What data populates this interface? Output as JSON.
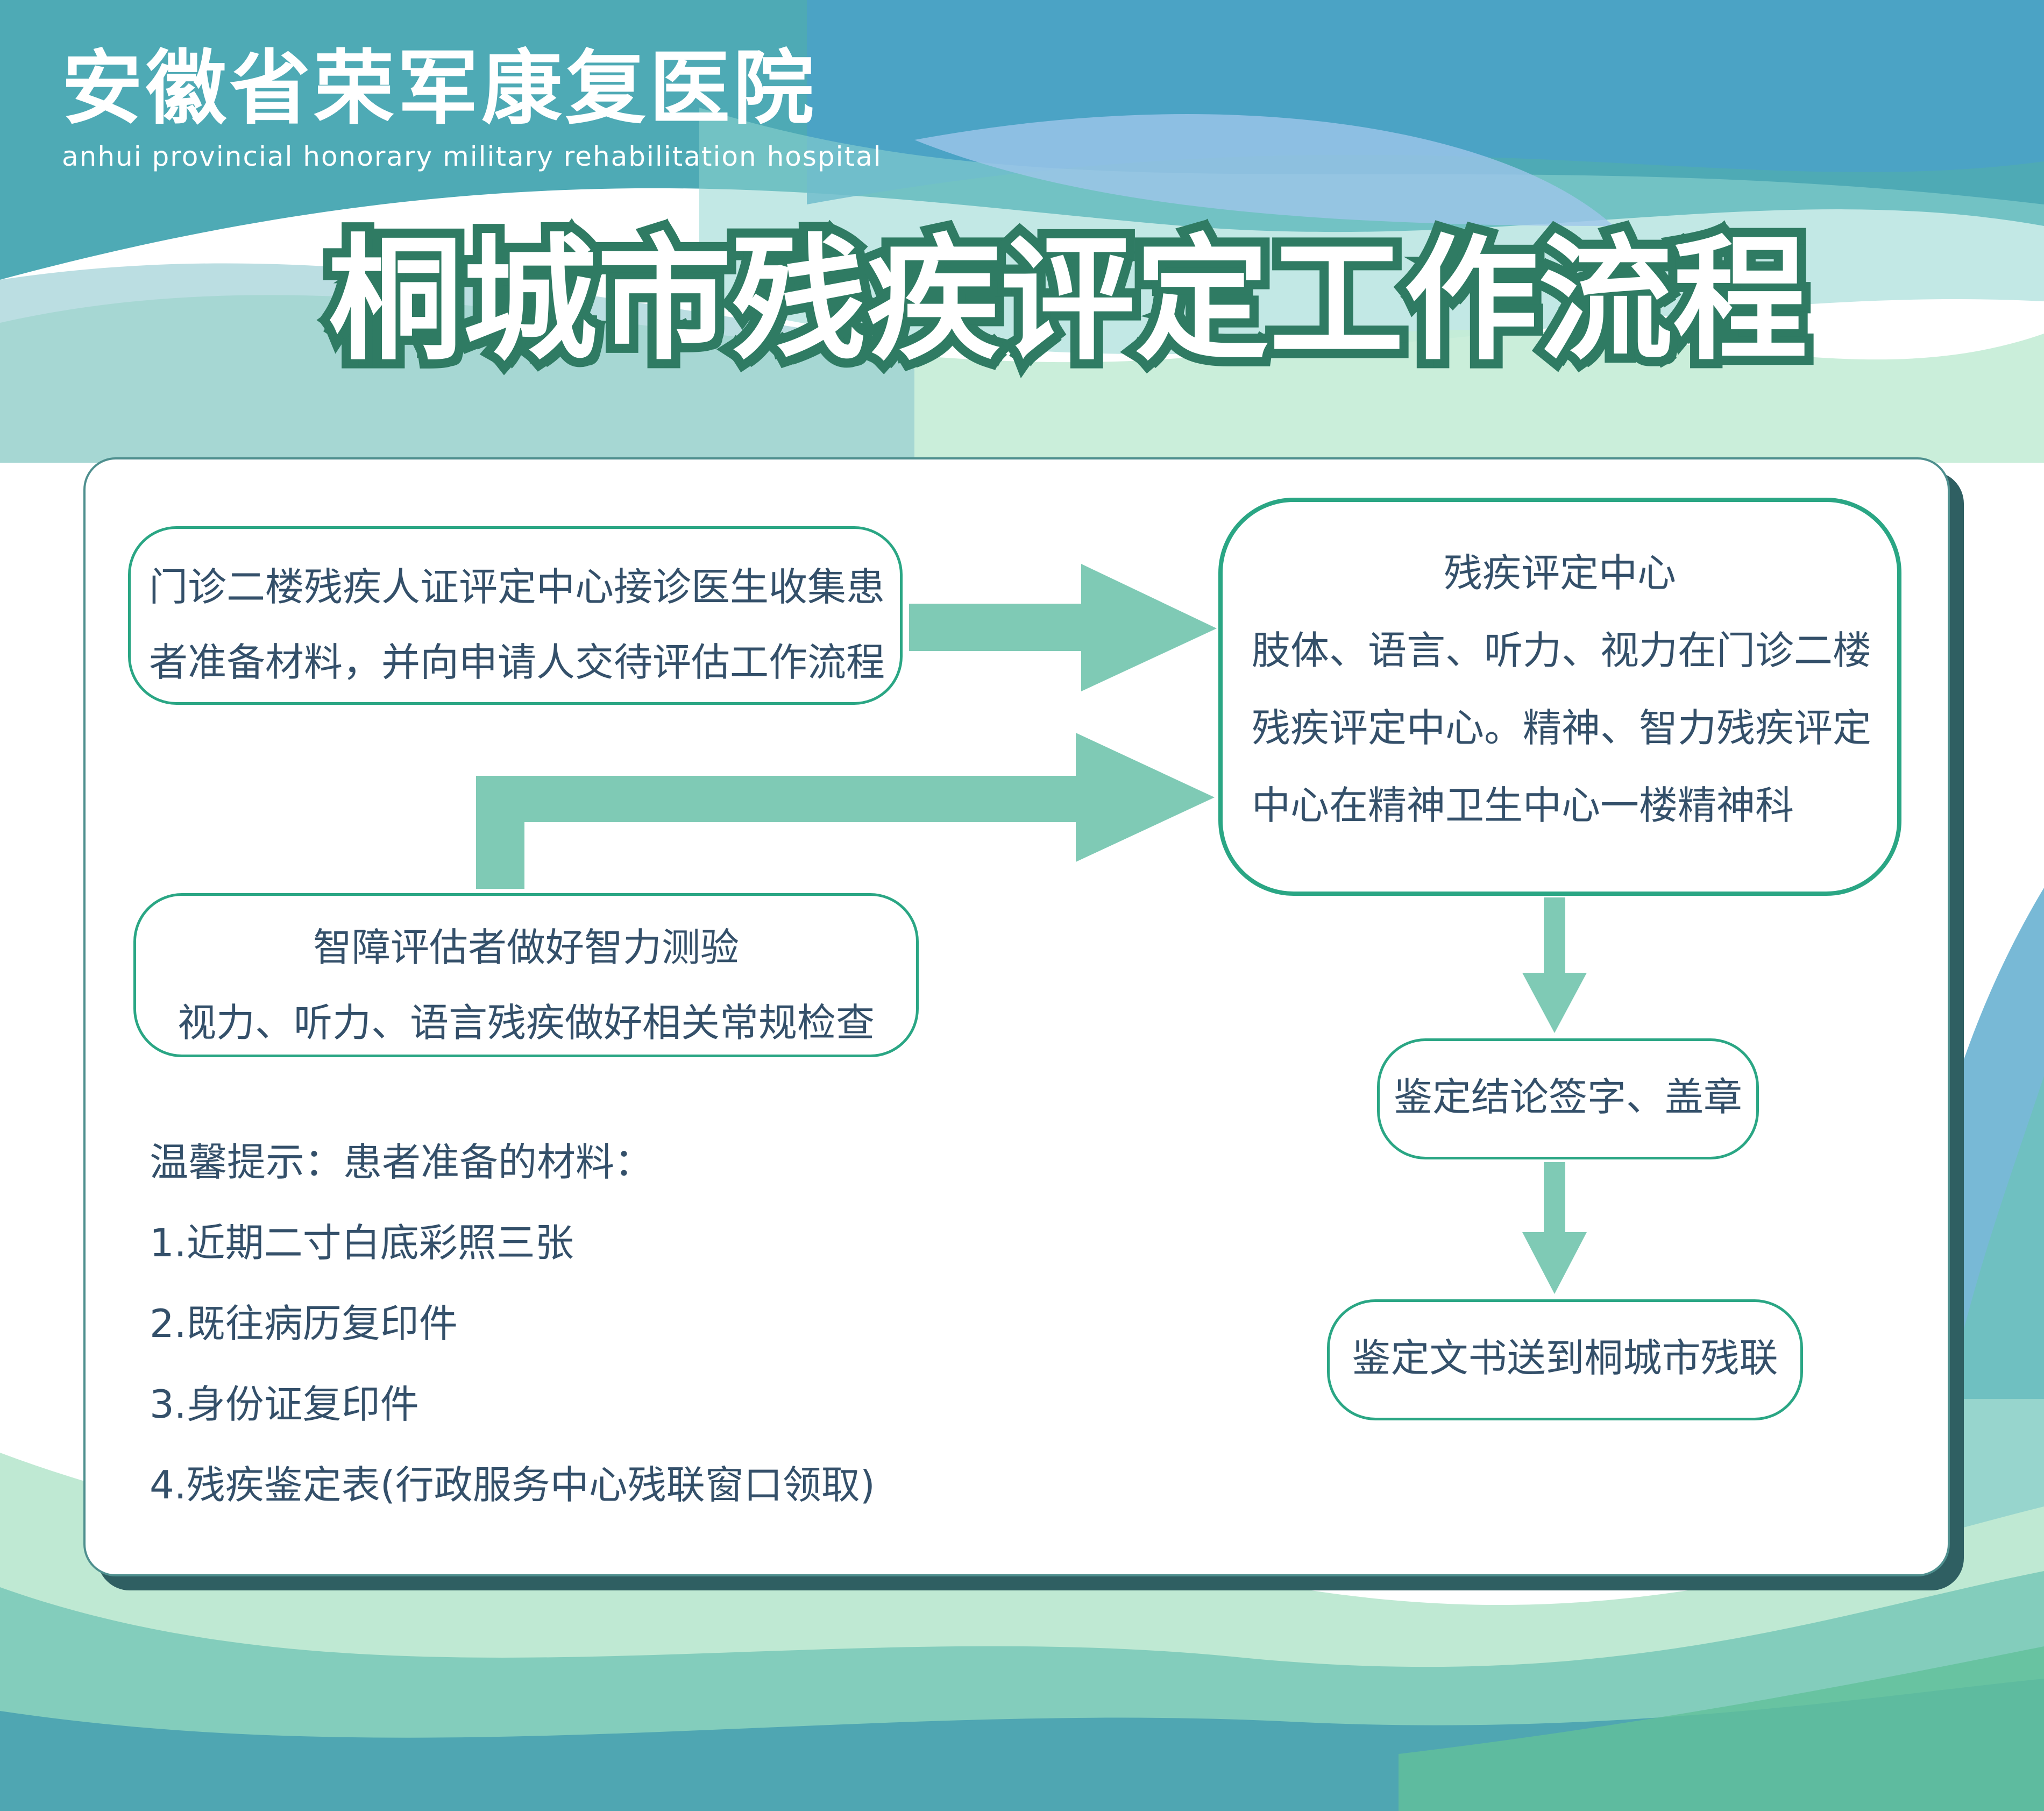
{
  "header": {
    "hospital_name": "安徽省荣军康复医院",
    "hospital_name_en": "anhui provincial honorary military rehabilitation hospital",
    "title": "桐城市残疾评定工作流程"
  },
  "flow": {
    "step1": {
      "lines": [
        "门诊二楼残疾人证评定中心接诊医生收集患",
        "者准备材料，并向申请人交待评估工作流程"
      ]
    },
    "step_tests": {
      "lines": [
        "智障评估者做好智力测验",
        "视力、听力、语言残疾做好相关常规检查"
      ]
    },
    "step_center": {
      "title": "残疾评定中心",
      "lines": [
        "肢体、语言、听力、视力在门诊二楼",
        "残疾评定中心。精神、智力残疾评定",
        "中心在精神卫生中心一楼精神科"
      ]
    },
    "step_sign": {
      "label": "鉴定结论签字、盖章"
    },
    "step_send": {
      "label": "鉴定文书送到桐城市残联"
    }
  },
  "tips": {
    "heading": "温馨提示：患者准备的材料：",
    "items": [
      "1.近期二寸白底彩照三张",
      "2.既往病历复印件",
      "3.身份证复印件",
      "4.残疾鉴定表(行政服务中心残联窗口领取)"
    ]
  },
  "colors": {
    "arrow": "#7fcab5",
    "box_border": "#2aa684",
    "text": "#34506a",
    "title_stroke": "#2f7b63"
  }
}
